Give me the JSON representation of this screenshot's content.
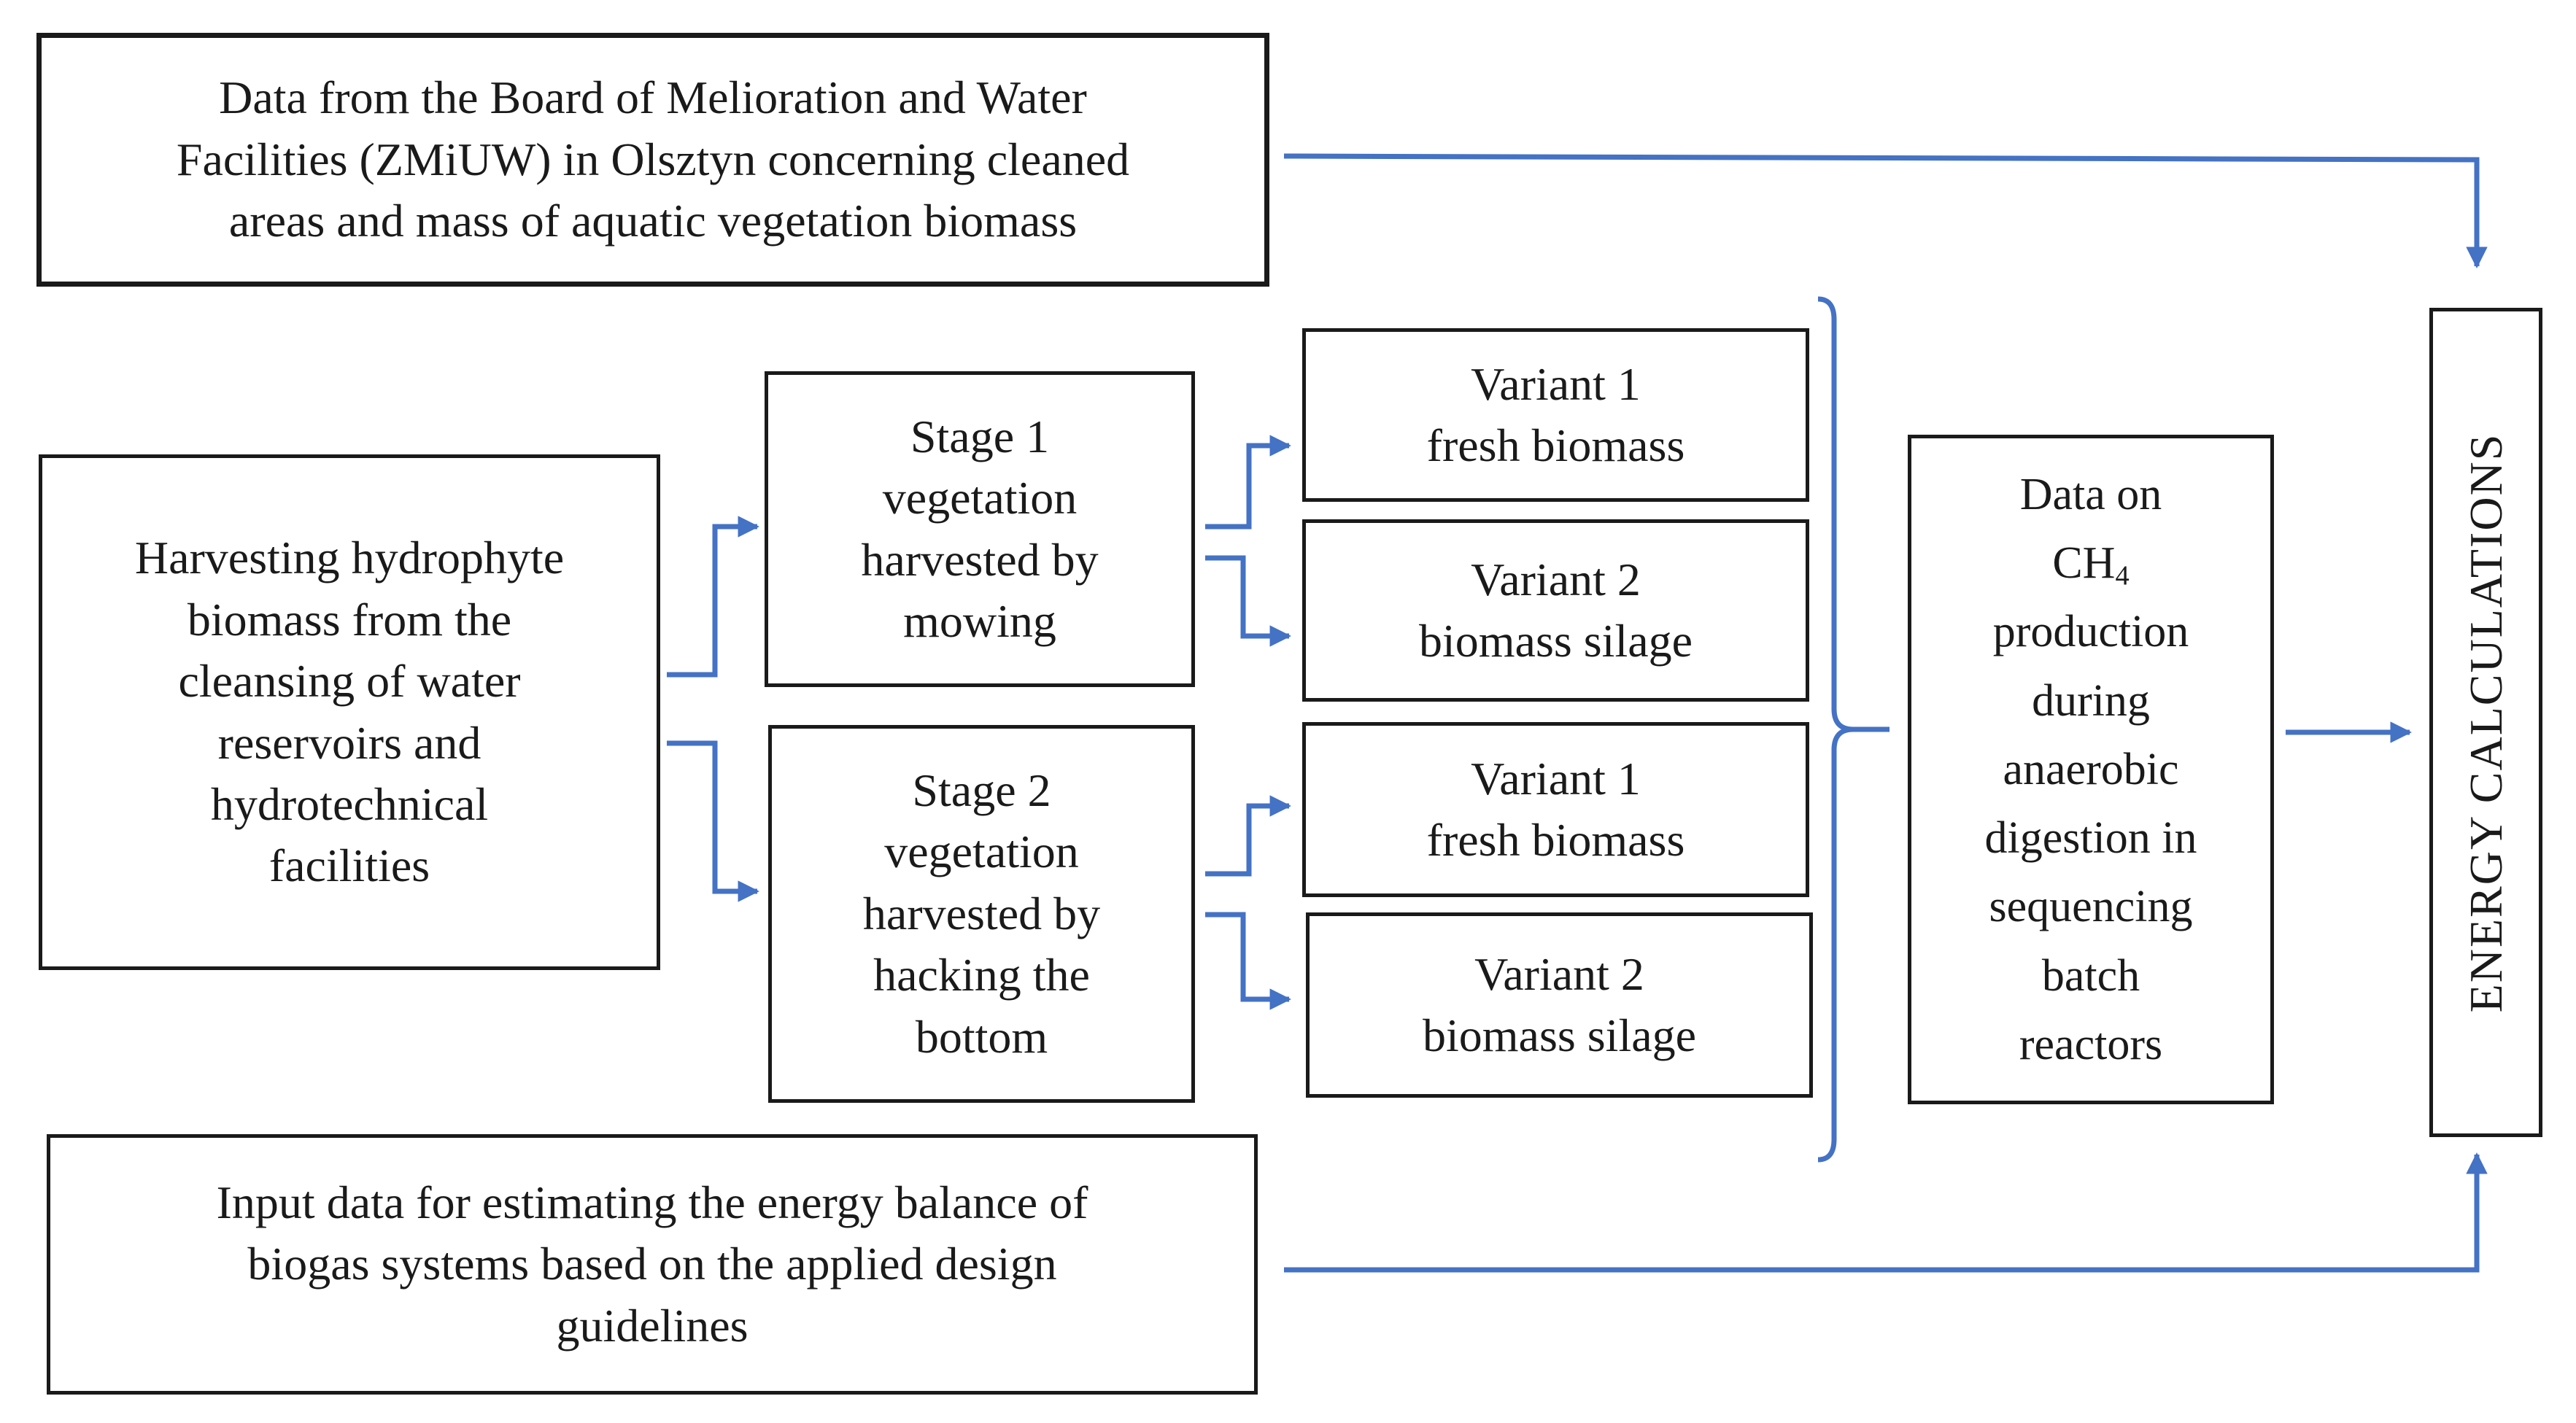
{
  "boxes": {
    "zmiuw": {
      "lines": [
        "Data from the Board of Melioration and Water",
        "Facilities (ZMiUW) in Olsztyn concerning cleaned",
        "areas and  mass of aquatic vegetation biomass"
      ]
    },
    "harvest": {
      "lines": [
        "Harvesting hydrophyte",
        "biomass from the",
        "cleansing of water",
        "reservoirs and",
        "hydrotechnical",
        "facilities"
      ]
    },
    "stage1": {
      "lines": [
        "Stage 1",
        "vegetation",
        "harvested by",
        "mowing"
      ]
    },
    "stage2": {
      "lines": [
        "Stage 2",
        "vegetation",
        "harvested by",
        "hacking the",
        "bottom"
      ]
    },
    "s1_variant1": {
      "lines": [
        "Variant 1",
        "fresh biomass"
      ]
    },
    "s1_variant2": {
      "lines": [
        "Variant 2",
        "biomass silage"
      ]
    },
    "s2_variant1": {
      "lines": [
        "Variant 1",
        "fresh biomass"
      ]
    },
    "s2_variant2": {
      "lines": [
        "Variant 2",
        "biomass silage"
      ]
    },
    "ch4": {
      "line1": "Data on",
      "ch4_main": "CH",
      "ch4_sub": "4",
      "lines_after": [
        "production",
        "during",
        "anaerobic",
        "digestion in",
        "sequencing",
        "batch",
        "reactors"
      ]
    },
    "energy": {
      "label": "ENERGY CALCULATIONS"
    },
    "input": {
      "lines": [
        "Input data for estimating the energy balance of",
        "biogas systems based on the applied design",
        "guidelines"
      ]
    }
  },
  "colors": {
    "arrow": "#4472c4",
    "border": "#1a1a1a"
  }
}
